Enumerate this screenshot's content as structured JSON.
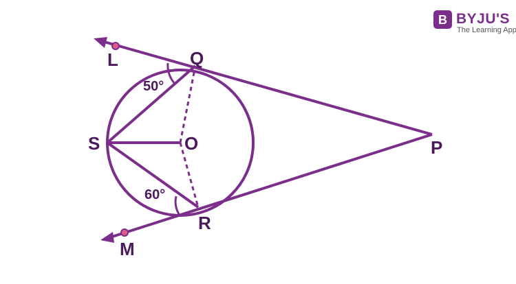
{
  "logo": {
    "name": "BYJU'S",
    "tagline": "The Learning App",
    "badge_letter": "B"
  },
  "points": {
    "L": "L",
    "Q": "Q",
    "S": "S",
    "O": "O",
    "P": "P",
    "R": "R",
    "M": "M"
  },
  "angles": {
    "at_Q": "50°",
    "at_R": "60°"
  },
  "colors": {
    "line": "#7b2f8a",
    "text": "#4a1a5a",
    "point_fill": "#e05a8a",
    "logo_bg": "#7b2f8a",
    "logo_tag": "#555555",
    "background": "#ffffff"
  }
}
